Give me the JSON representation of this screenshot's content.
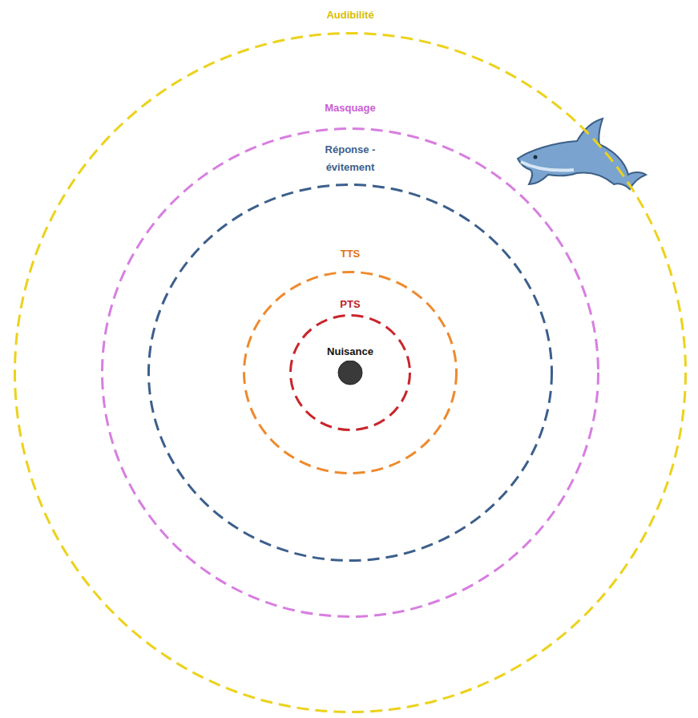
{
  "diagram": {
    "nodes": [
      {
        "text": [
          "Audibilité"
        ]
      },
      {
        "text": [
          "Masquage"
        ],
        "in": 0
      },
      {
        "text": [
          "Réponse - évitement"
        ],
        "in": 1
      },
      {
        "text": [
          "TTS"
        ],
        "in": 2
      },
      {
        "text": [
          "PTS"
        ],
        "in": 3
      },
      {
        "text": [
          "Nuisance"
        ],
        "in": 4
      }
    ]
  }
}
